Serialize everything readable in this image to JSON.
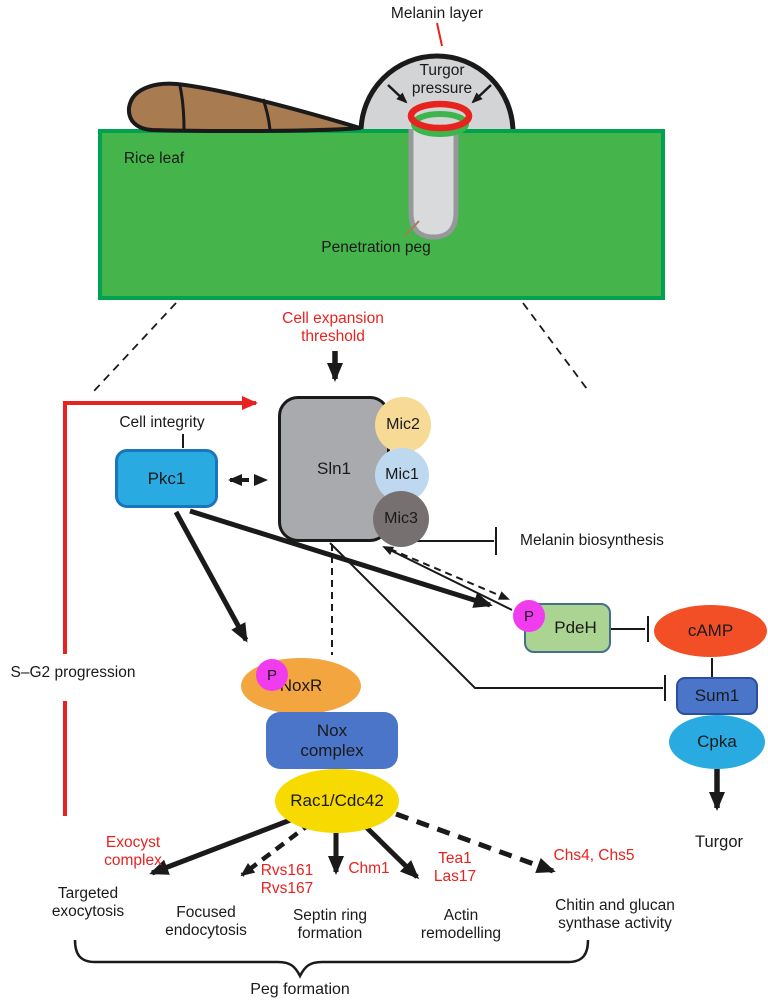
{
  "colors": {
    "red_accent": "#e8231f",
    "leaf_green_fill": "#45b54b",
    "leaf_green_border": "#00a24f",
    "conidium_brown": "#a87b50",
    "appressorium_gray": "#d2d4d5",
    "peg_border_gray": "#96989b",
    "ring_red": "#e8231f",
    "ring_green": "#3cb54a",
    "pkc1_blue": "#29abe2",
    "sln1_gray": "#a8aaad",
    "mic2_tan": "#f6da96",
    "mic1_lightblue": "#bed9ef",
    "mic3_darkgray": "#767170",
    "phospho_magenta": "#f03cee",
    "noxr_orange": "#f3a540",
    "nox_blue": "#4a75c8",
    "rac_yellow": "#f7da00",
    "pdeh_green": "#abd392",
    "camp_orange": "#f34f27",
    "cpka_cyan": "#29abe2"
  },
  "illustration": {
    "melanin_layer": "Melanin layer",
    "turgor_pressure": [
      "Turgor",
      "pressure"
    ],
    "rice_leaf": "Rice leaf",
    "penetration_peg": "Penetration peg"
  },
  "pathway": {
    "cell_expansion_threshold": [
      "Cell expansion",
      "threshold"
    ],
    "cell_integrity": "Cell integrity",
    "s_g2_progression": "S–G2 progression",
    "melanin_biosynthesis": "Melanin biosynthesis",
    "turgor_output": "Turgor",
    "nodes": {
      "pkc1": "Pkc1",
      "sln1": "Sln1",
      "mic2": "Mic2",
      "mic1": "Mic1",
      "mic3": "Mic3",
      "phospho": "P",
      "noxr": "NoxR",
      "nox_complex": [
        "Nox",
        "complex"
      ],
      "rac1_cdc42": "Rac1/Cdc42",
      "pdeh": "PdeH",
      "camp": "cAMP",
      "sum1": "Sum1",
      "cpka": "Cpka"
    }
  },
  "outputs": {
    "effectors": {
      "exocyst": [
        "Exocyst",
        "complex"
      ],
      "rvs": [
        "Rvs161",
        "Rvs167"
      ],
      "chm1": "Chm1",
      "tea1_las17": [
        "Tea1",
        "Las17"
      ],
      "chs": "Chs4, Chs5"
    },
    "processes": {
      "targeted_exocytosis": [
        "Targeted",
        "exocytosis"
      ],
      "focused_endocytosis": [
        "Focused",
        "endocytosis"
      ],
      "septin_ring": [
        "Septin ring",
        "formation"
      ],
      "actin_remodelling": [
        "Actin",
        "remodelling"
      ],
      "chitin_glucan": [
        "Chitin and glucan",
        "synthase activity"
      ]
    },
    "peg_formation": "Peg formation"
  }
}
